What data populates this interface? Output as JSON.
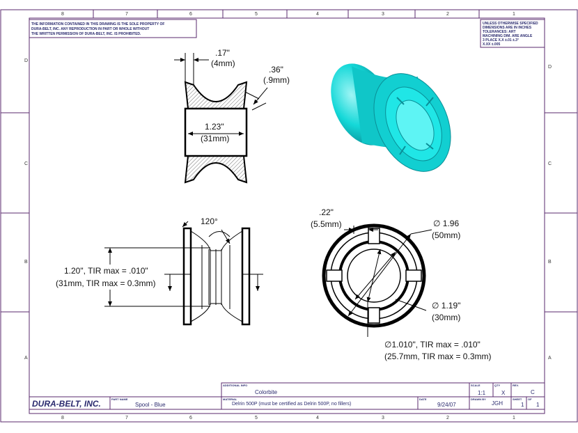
{
  "zones": {
    "columns": [
      "8",
      "7",
      "6",
      "5",
      "4",
      "3",
      "2",
      "1"
    ],
    "rows": [
      "D",
      "C",
      "B",
      "A"
    ]
  },
  "notes": {
    "proprietary": [
      "THE INFORMATION CONTAINED IN THIS DRAWING IS THE SOLE PROPERTY OF",
      "DURA-BELT, INC. ANY REPRODUCTION IN PART OR WHOLE WITHOUT",
      "THE WRITTEN PERMISSION OF DURA-BELT, INC. IS PROHIBITED."
    ],
    "tolerances": [
      "UNLESS OTHERWISE SPECIFIED",
      "DIMENSIONS ARE IN INCHES",
      "TOLERANCES: ART",
      "MACHINING DIM. ARE ANGLE",
      "3 PLACE      X.X ±.01       ±.3°",
      "               X.XX ±.005"
    ]
  },
  "dimensions": {
    "flange_width": ".17\"",
    "flange_width_mm": "(4mm)",
    "wall": ".36\"",
    "wall_mm": "(.9mm)",
    "bore_length": "1.23\"",
    "bore_length_mm": "(31mm)",
    "angle": "120°",
    "groove_dia": "1.20\", TIR max = .010\"",
    "groove_dia_mm": "(31mm, TIR max = 0.3mm)",
    "rim": ".22\"",
    "rim_mm": "(5.5mm)",
    "outer_dia": "∅ 1.96",
    "outer_dia_mm": "(50mm)",
    "inner_dia": "∅ 1.19\"",
    "inner_dia_mm": "(30mm)",
    "bore_dia": "∅1.010\", TIR max = .010\"",
    "bore_dia_mm": "(25.7mm, TIR max = 0.3mm)"
  },
  "title_block": {
    "company": "DURA-BELT, INC.",
    "part_name_label": "PART NAME",
    "part_name": "Spool - Blue",
    "info_label": "ADDITIONAL INFO",
    "info": "Colorbite",
    "material_label": "MATERIAL",
    "material": "Delrin 500P (must be certified as Delrin 500P, no fillers)",
    "scale_label": "SCALE",
    "scale": "1:1",
    "qty_label": "QTY",
    "qty": "X",
    "rev_label": "REV.",
    "rev": "C",
    "date_label": "DATE",
    "date": "9/24/07",
    "drawn_label": "DRAWN BY",
    "drawn_by": "JGH",
    "sheet_label": "SHEET",
    "sheet_of": "1",
    "of_label": "OF",
    "sheets": "1"
  },
  "colors": {
    "render": "#14d8d8",
    "border": "#5a2a6e"
  }
}
